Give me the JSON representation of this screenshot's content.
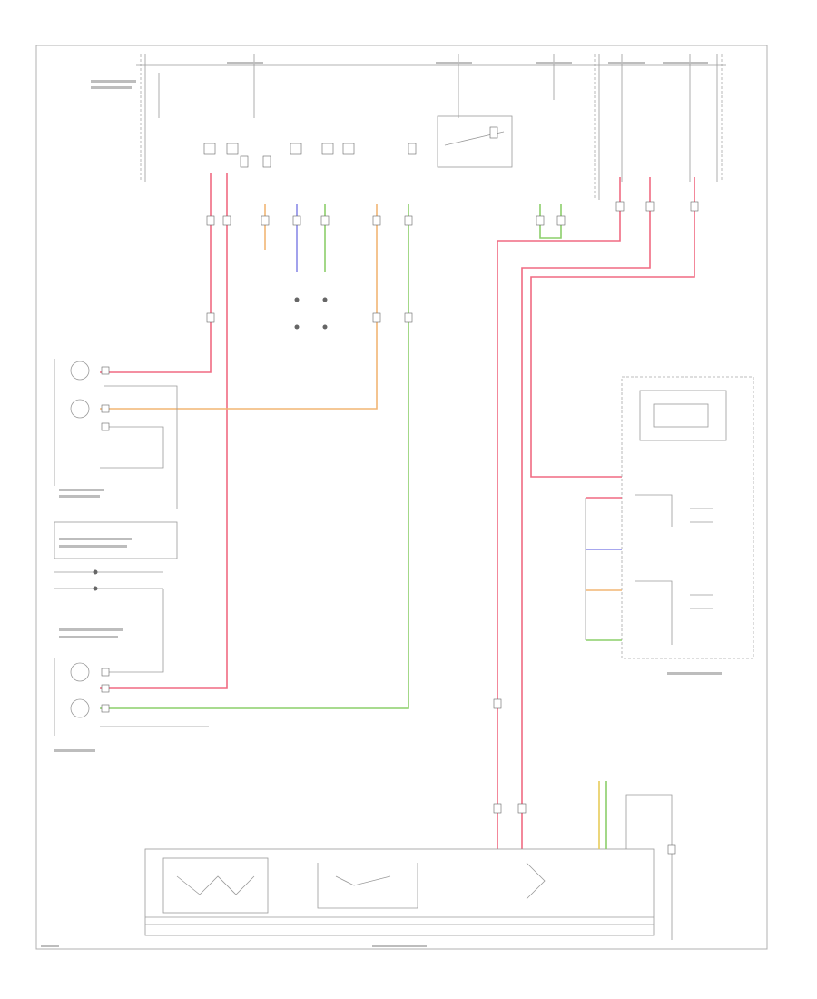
{
  "diagram": {
    "footer_code": "",
    "colors": {
      "red": "#f06a82",
      "orange": "#f2b574",
      "green": "#8ccf6a",
      "blue": "#8a8ae8",
      "yellow": "#e8cc5a",
      "line": "#9a9a9a"
    },
    "components": [
      {
        "id": "left-headlight",
        "label": ""
      },
      {
        "id": "right-headlight",
        "label": ""
      },
      {
        "id": "instrument-cluster",
        "label": ""
      },
      {
        "id": "headlight-switch",
        "label": ""
      },
      {
        "id": "fuse-relay-box",
        "label": ""
      },
      {
        "id": "ground-point-left",
        "label": ""
      },
      {
        "id": "ground-point-right",
        "label": ""
      }
    ]
  }
}
